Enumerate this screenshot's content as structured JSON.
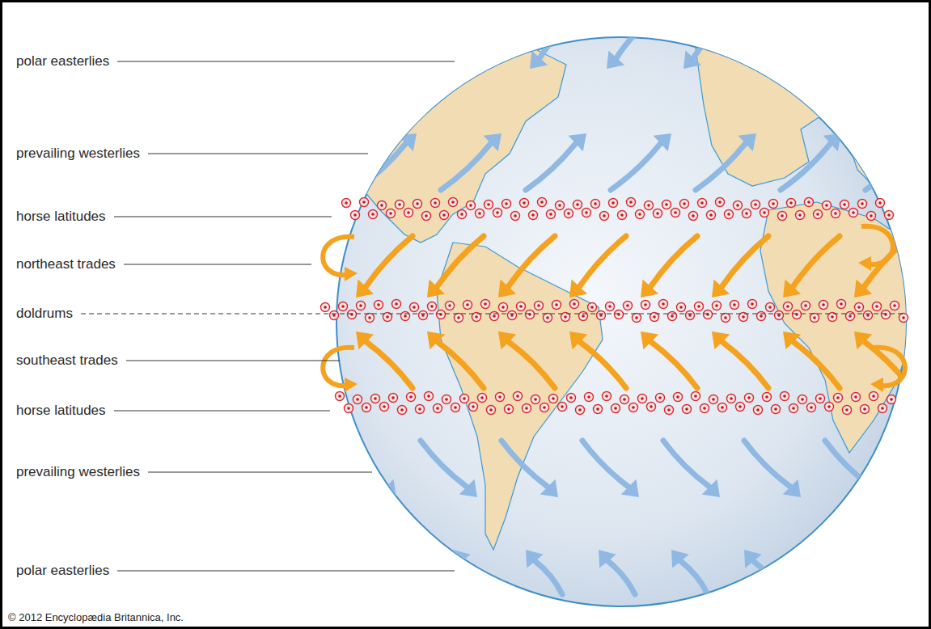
{
  "diagram": {
    "labels": [
      "polar easterlies",
      "prevailing westerlies",
      "horse latitudes",
      "northeast trades",
      "doldrums",
      "southeast trades",
      "horse latitudes",
      "prevailing westerlies",
      "polar easterlies",
      "© 2012 Encyclopædia Britannica, Inc."
    ]
  }
}
